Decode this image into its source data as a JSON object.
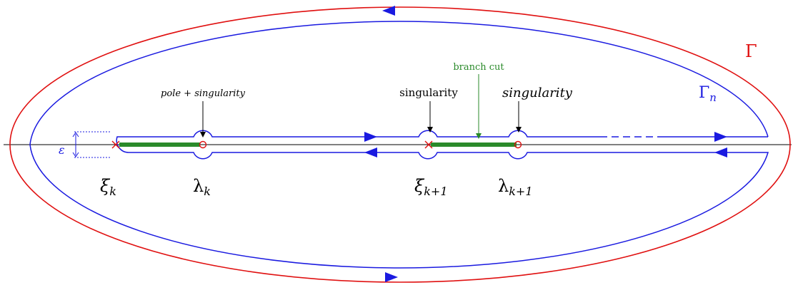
{
  "labels": {
    "big_gamma": "Γ",
    "gamma_n_base": "Γ",
    "gamma_n_sub": "n",
    "branch_cut": "branch cut",
    "pole_singularity": "pole + singularity",
    "singularity_upright": "singularity",
    "singularity_italic": "singularity",
    "epsilon": "ε",
    "xi_k_base": "ξ",
    "xi_k_sub": "k",
    "lambda_k_base": "λ",
    "lambda_k_sub": "k",
    "xi_k1_base": "ξ",
    "xi_k1_sub": "k+1",
    "lambda_k1_base": "λ",
    "lambda_k1_sub": "k+1"
  },
  "colors": {
    "outer_contour": "#e01010",
    "inner_contour": "#1a1ae0",
    "branch_cut": "#2a8a2a",
    "axis": "#000000",
    "pole_marker": "#e01010"
  }
}
